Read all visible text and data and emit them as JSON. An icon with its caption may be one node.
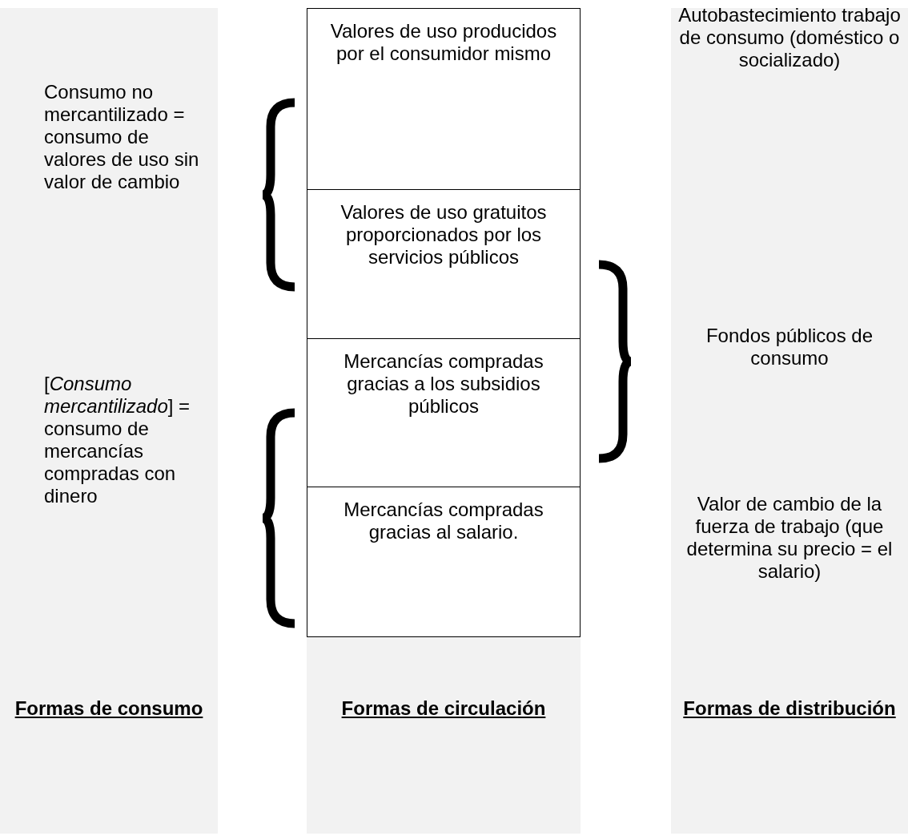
{
  "diagram": {
    "nodes": [
      {
        "text": [
          "Consumo no mercantilizado = consumo de valores de uso sin valor de cambio",
          "[*Consumo mercantilizado*] = consumo de mercancías compradas con dinero",
          "Formas de consumo"
        ]
      },
      {
        "text": [
          "Formas de circulación"
        ]
      },
      {
        "text": [
          "Valores de uso producidos por el consumidor mismo"
        ],
        "in": 1
      },
      {
        "text": [
          "Valores de uso gratuitos proporcionados por los servicios públicos"
        ],
        "in": 1
      },
      {
        "text": [
          "Mercancías compradas gracias a los subsidios públicos"
        ],
        "in": 1
      },
      {
        "text": [
          "Mercancías compradas gracias al salario."
        ],
        "in": 1
      },
      {
        "text": [
          "Autobastecimiento trabajo de consumo (doméstico o socializado)",
          "Fondos públicos de consumo",
          "Valor de cambio de la fuerza de trabajo (que determina su precio = el salario)",
          "Formas de distribución"
        ]
      }
    ]
  }
}
